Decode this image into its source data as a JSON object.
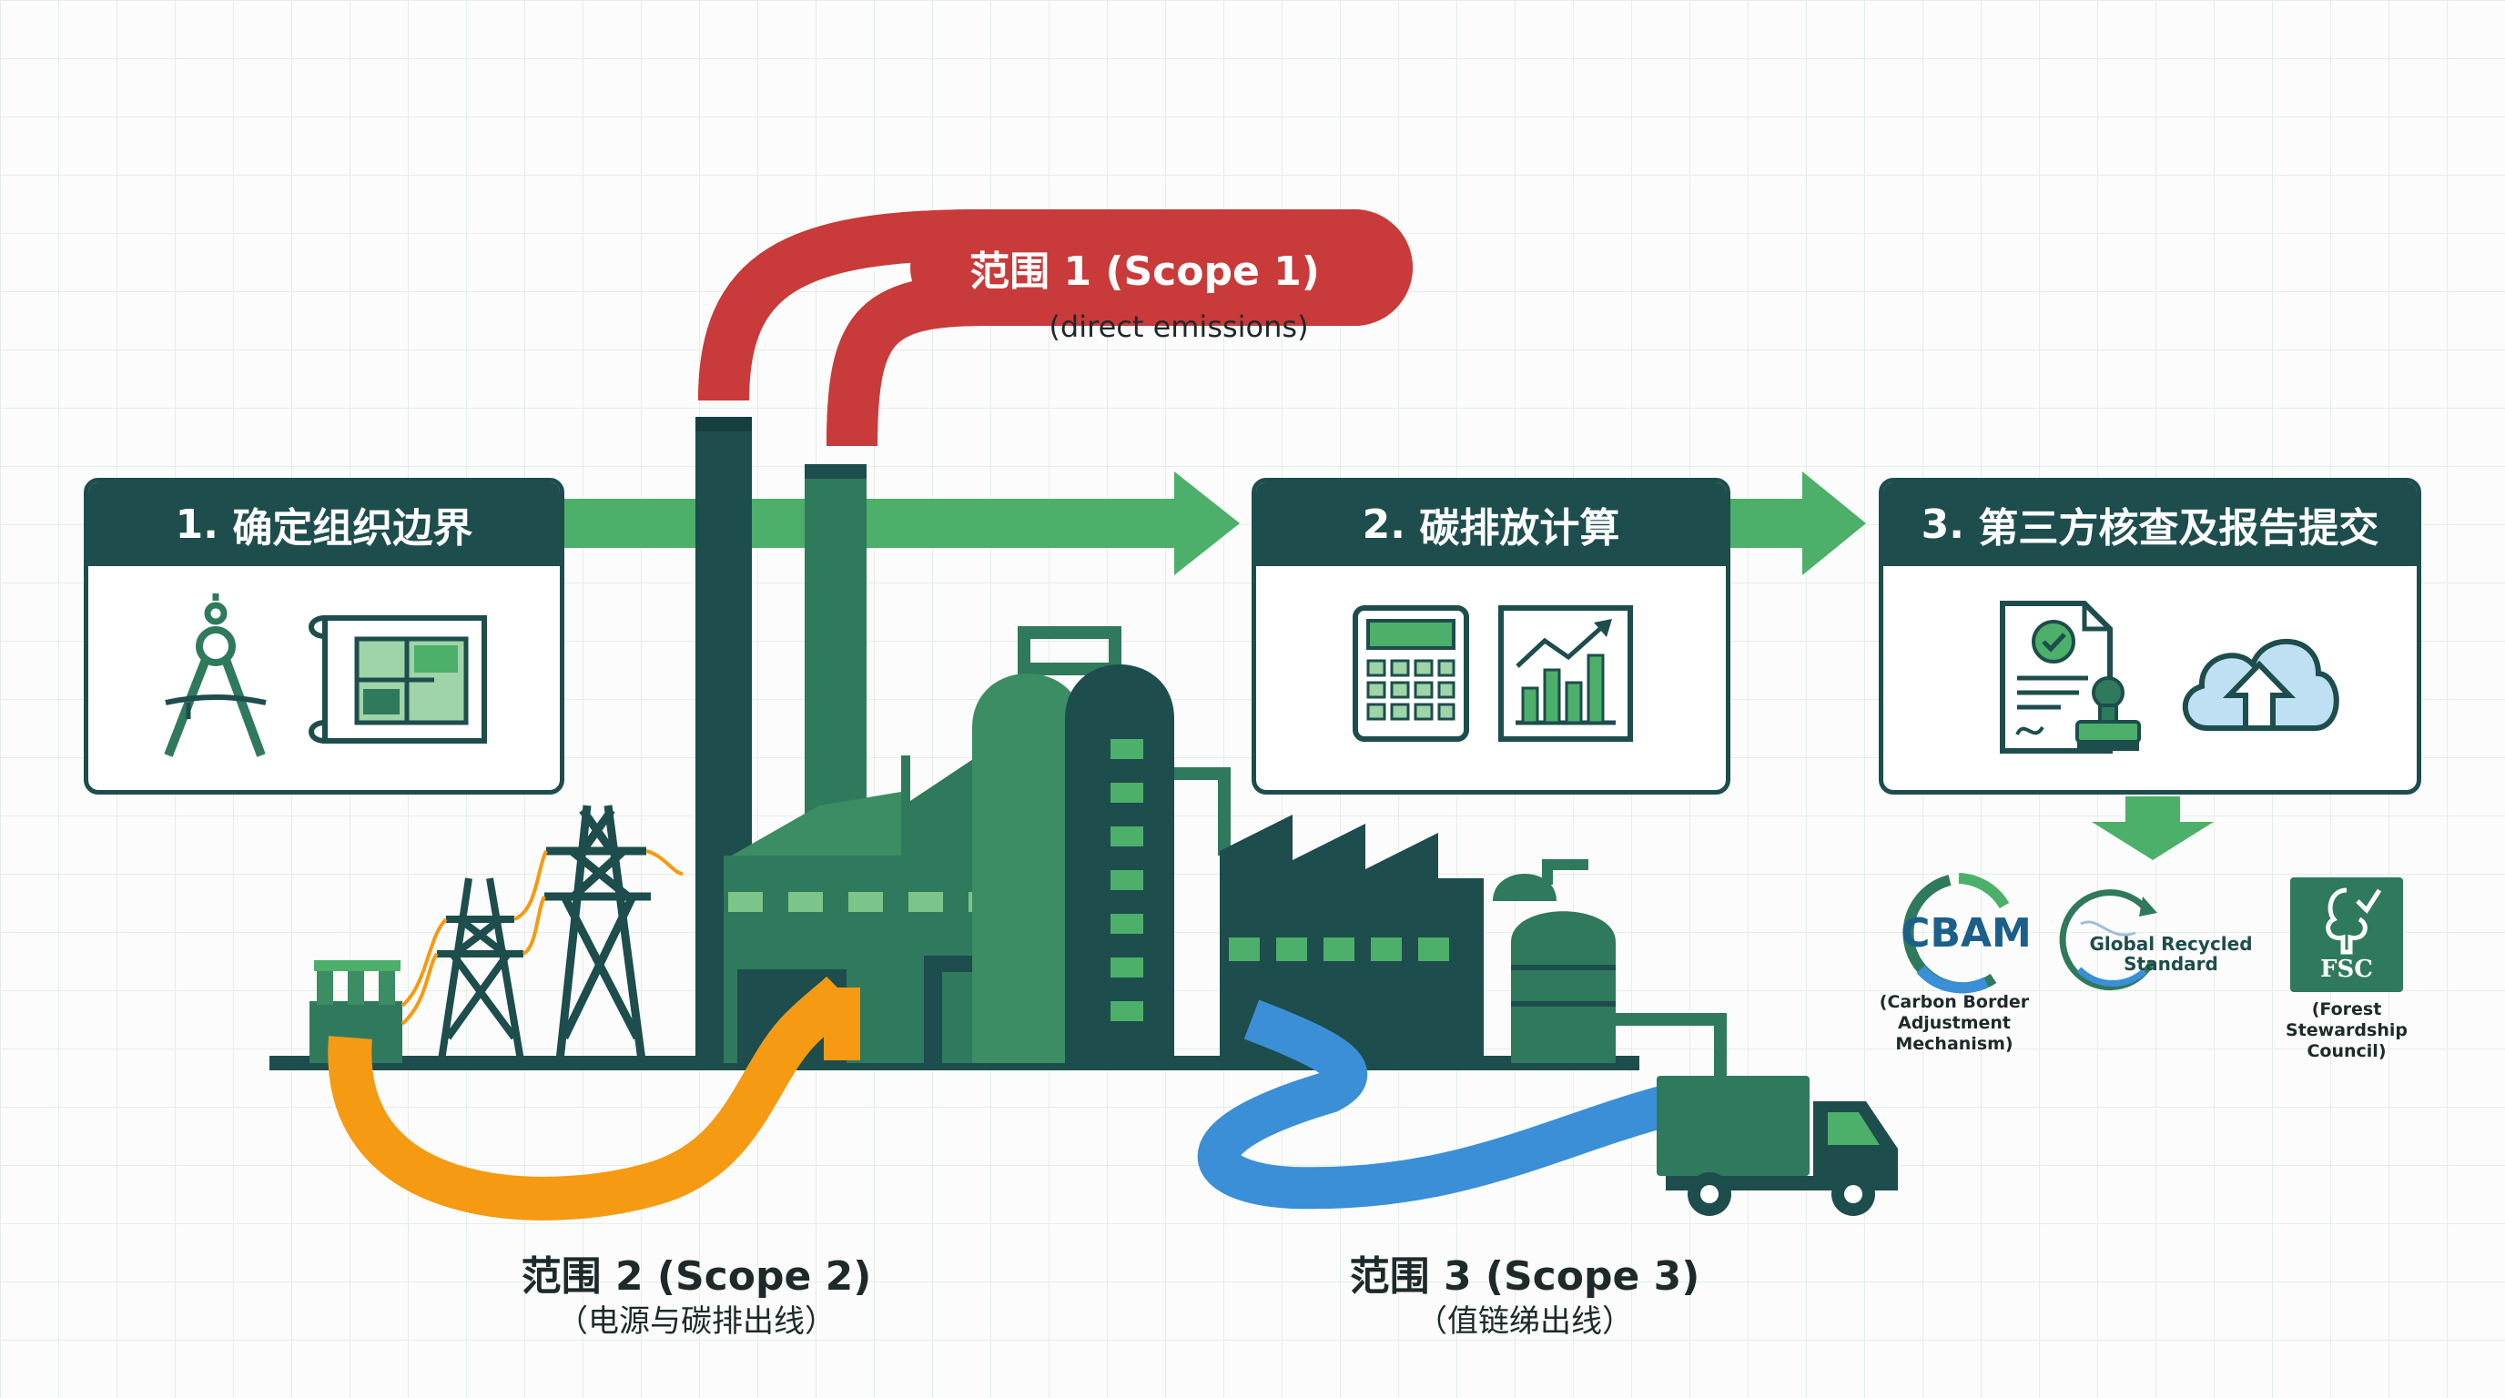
{
  "steps": [
    {
      "number": "1.",
      "title": "确定组织边界"
    },
    {
      "number": "2.",
      "title": "碳排放计算"
    },
    {
      "number": "3.",
      "title": "第三方核查及报告提交"
    }
  ],
  "scope1": {
    "title": "范围 1 (Scope 1)",
    "subtitle": "(direct emissions)"
  },
  "scope2": {
    "title": "范围 2 (Scope 2)",
    "subtitle": "（电源与碳排出线）"
  },
  "scope3": {
    "title": "范围 3 (Scope 3)",
    "subtitle": "（值链绨出线）"
  },
  "certifications": {
    "cbam": {
      "logo": "CBAM",
      "caption": [
        "(Carbon Border",
        "Adjustment",
        "Mechanism)"
      ]
    },
    "grs": {
      "logo_line1": "Global Recycled",
      "logo_line2": "Standard"
    },
    "fsc": {
      "logo": "FSC",
      "caption": [
        "(Forest",
        "Stewardship",
        "Council)"
      ]
    }
  },
  "colors": {
    "dark_teal": "#1d4d4c",
    "factory_green": "#2f7a5c",
    "light_green": "#4caf6a",
    "scope1_red": "#c93a3a",
    "scope2_orange": "#f59a12",
    "scope3_blue": "#3a8fd6"
  }
}
